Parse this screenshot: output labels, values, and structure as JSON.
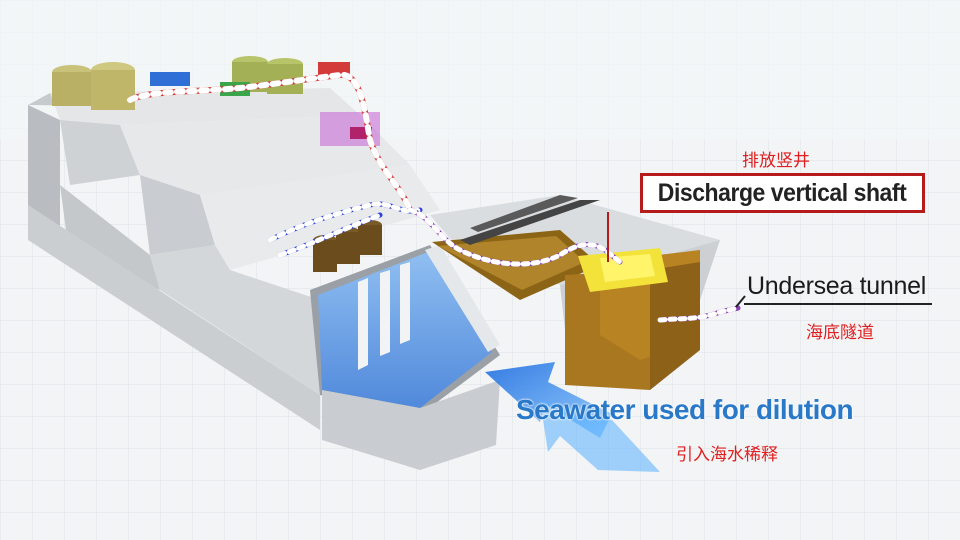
{
  "labels": {
    "discharge_cn": "排放竖井",
    "discharge_en": "Discharge vertical shaft",
    "tunnel_en": "Undersea tunnel",
    "tunnel_cn": "海底隧道",
    "seawater_en": "Seawater used for dilution",
    "seawater_cn": "引入海水稀释"
  },
  "colors": {
    "label_accent": "#b51b1b",
    "chinese_text": "#e02020",
    "seawater_text": "#2a79c8",
    "building": "#d9dcdf",
    "water": "#6fa8ee",
    "shaft_fill": "#f2e23a",
    "pit": "#a9771f"
  },
  "icons": [
    "seawater-flow-arrow-icon",
    "storage-tank-icon",
    "pipe-icon"
  ]
}
